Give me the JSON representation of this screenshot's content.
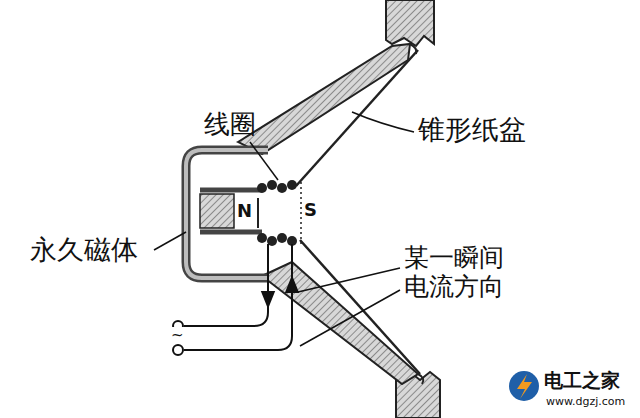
{
  "diagram": {
    "labels": [
      "线圈",
      "锥形纸盆",
      "永久磁体",
      "某一瞬间 电流方向",
      "N",
      "S",
      "~",
      "电工之家",
      "www.dgzj.com"
    ]
  }
}
